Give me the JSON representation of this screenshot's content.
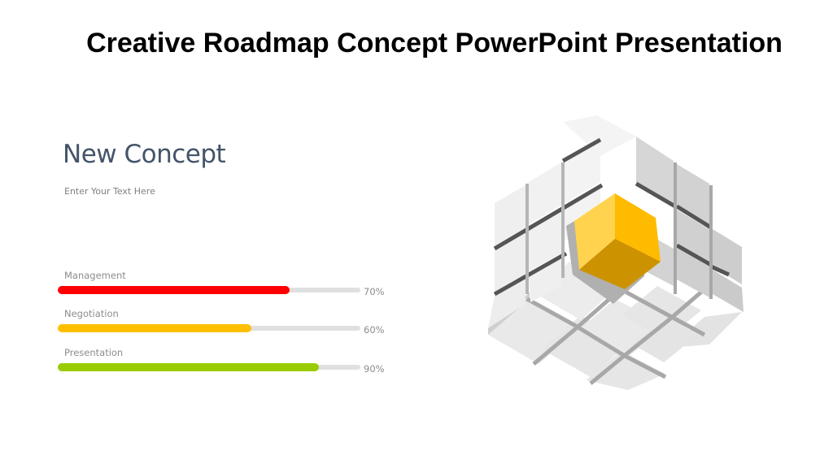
{
  "slide": {
    "title": "Creative Roadmap Concept PowerPoint Presentation",
    "heading": "New Concept",
    "subtext": "Enter Your Text Here"
  },
  "skills": [
    {
      "label": "Management",
      "percent": 70,
      "percent_label": "70%",
      "fill_width": 285,
      "color": "#ff0000"
    },
    {
      "label": "Negotiation",
      "percent": 60,
      "percent_label": "60%",
      "fill_width": 238,
      "color": "#ffc000"
    },
    {
      "label": "Presentation",
      "percent": 90,
      "percent_label": "90%",
      "fill_width": 321,
      "color": "#99cc00"
    }
  ],
  "colors": {
    "track": "#e0e0e0",
    "cube_light": "#f2f2f2",
    "cube_mid": "#d9d9d9",
    "cube_dark": "#c8c8c8",
    "groove": "#5a5a5a",
    "accent_top": "#ffd34d",
    "accent_right": "#ffbb00",
    "accent_bottom": "#cc9200"
  },
  "graphic": {
    "name": "3D cube with highlighted yellow block"
  }
}
